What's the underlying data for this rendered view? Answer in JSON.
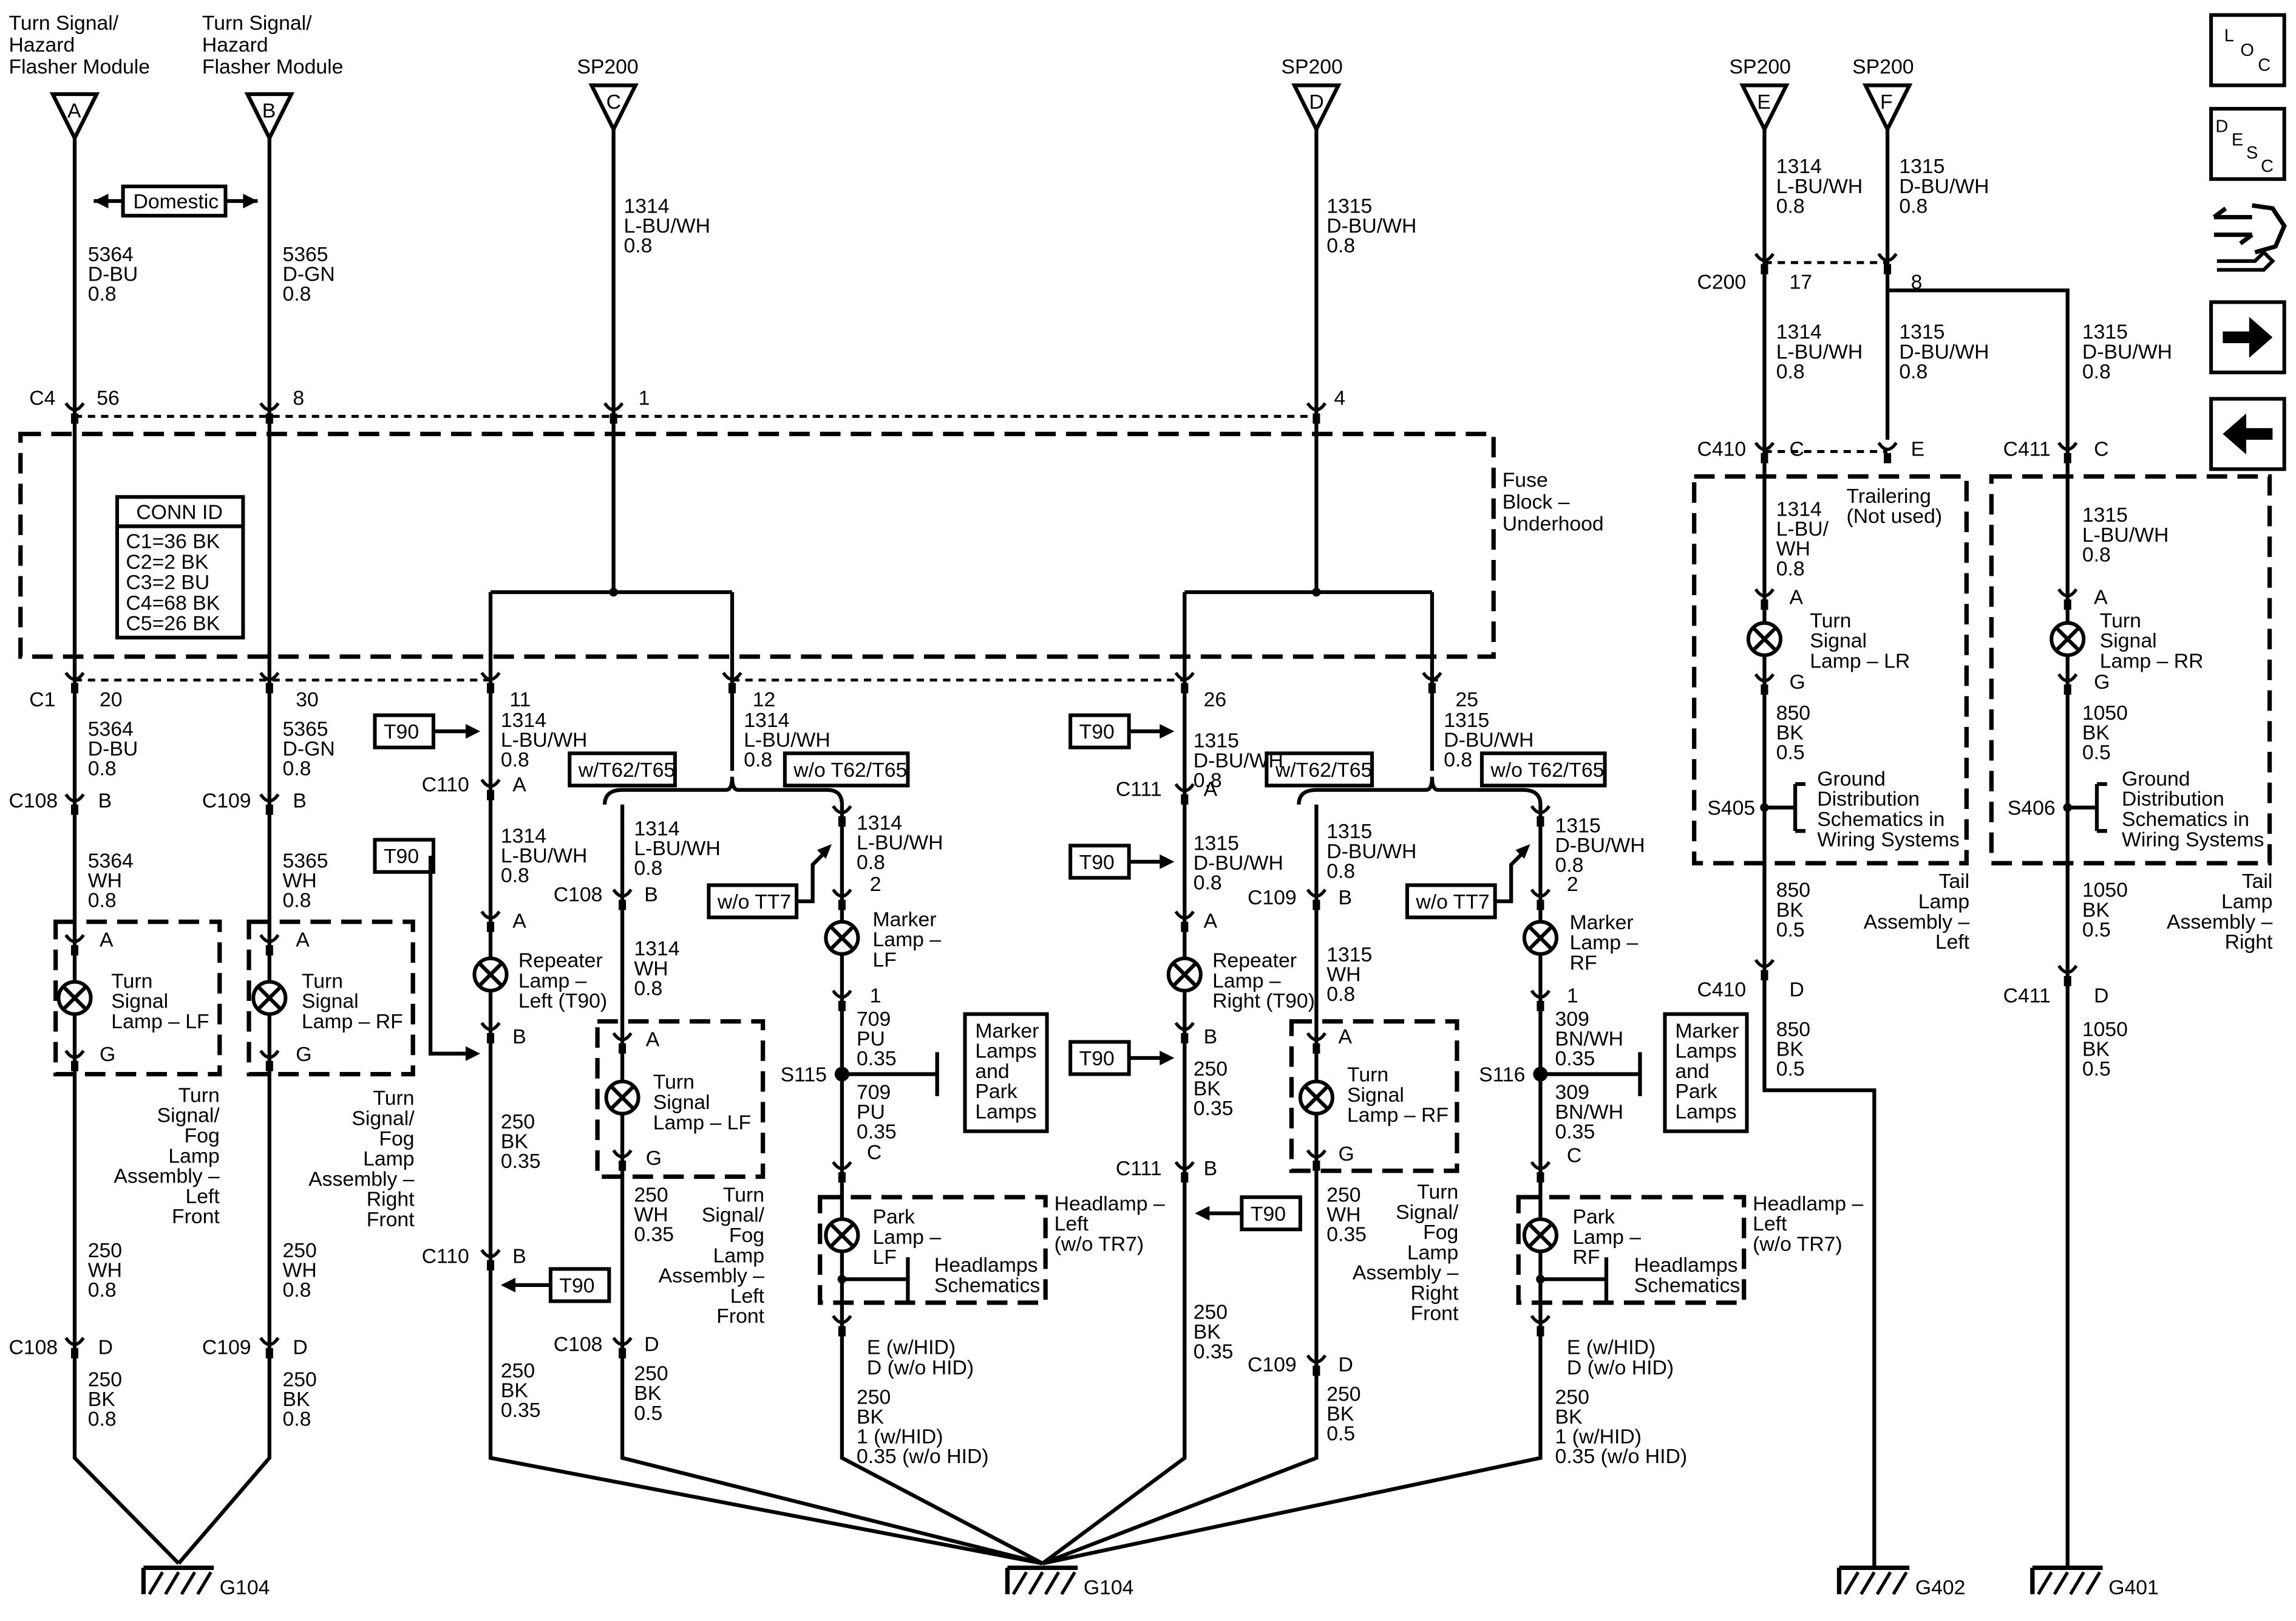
{
  "modules": {
    "flasher_a": [
      "Turn Signal/",
      "Hazard",
      "Flasher Module"
    ],
    "flasher_b": [
      "Turn Signal/",
      "Hazard",
      "Flasher Module"
    ],
    "pin_a": "A",
    "pin_b": "B"
  },
  "sp200": {
    "name": "SP200",
    "c": "C",
    "d": "D",
    "e": "E",
    "f": "F"
  },
  "domestic": "Domestic",
  "nav_icons": {
    "loc": "LOC",
    "desc": "DESC"
  },
  "wires": {
    "w5364_top": [
      "5364",
      "D-BU",
      "0.8"
    ],
    "w5365_top": [
      "5365",
      "D-GN",
      "0.8"
    ],
    "w1314_top": [
      "1314",
      "L-BU/WH",
      "0.8"
    ],
    "w1315_top": [
      "1315",
      "D-BU/WH",
      "0.8"
    ],
    "w1314_e": [
      "1314",
      "L-BU/WH",
      "0.8"
    ],
    "w1315_f": [
      "1315",
      "D-BU/WH",
      "0.8"
    ],
    "w1314_c200": [
      "1314",
      "L-BU/WH",
      "0.8"
    ],
    "w1315_c200": [
      "1315",
      "D-BU/WH",
      "0.8"
    ],
    "w1315_c411": [
      "1315",
      "D-BU/WH",
      "0.8"
    ],
    "w1314_trl": [
      "1314",
      "L-BU/",
      "WH",
      "0.8"
    ],
    "w1315_trl": [
      "1315",
      "L-BU/WH",
      "0.8"
    ],
    "w850_a": [
      "850",
      "BK",
      "0.5"
    ],
    "w1050_a": [
      "1050",
      "BK",
      "0.5"
    ],
    "w850_b": [
      "850",
      "BK",
      "0.5"
    ],
    "w1050_b": [
      "1050",
      "BK",
      "0.5"
    ],
    "w850_c": [
      "850",
      "BK",
      "0.5"
    ],
    "w1050_c": [
      "1050",
      "BK",
      "0.5"
    ],
    "w5364_c1": [
      "5364",
      "D-BU",
      "0.8"
    ],
    "w5365_c1": [
      "5365",
      "D-GN",
      "0.8"
    ],
    "w5364_wh": [
      "5364",
      "WH",
      "0.8"
    ],
    "w5365_wh": [
      "5365",
      "WH",
      "0.8"
    ],
    "w250_wh_a": [
      "250",
      "WH",
      "0.8"
    ],
    "w250_wh_b": [
      "250",
      "WH",
      "0.8"
    ],
    "w250_bk_a": [
      "250",
      "BK",
      "0.8"
    ],
    "w250_bk_b": [
      "250",
      "BK",
      "0.8"
    ],
    "w1314_11": [
      "1314",
      "L-BU/WH",
      "0.8"
    ],
    "w1314_12": [
      "1314",
      "L-BU/WH",
      "0.8"
    ],
    "w1315_26": [
      "1315",
      "D-BU/WH",
      "0.8"
    ],
    "w1315_25": [
      "1315",
      "D-BU/WH",
      "0.8"
    ],
    "w1314_c110": [
      "1314",
      "L-BU/WH",
      "0.8"
    ],
    "w1314_ts": [
      "1314",
      "L-BU/WH",
      "0.8"
    ],
    "w1314_mk": [
      "1314",
      "L-BU/WH",
      "0.8"
    ],
    "w1315_c111": [
      "1315",
      "D-BU/WH",
      "0.8"
    ],
    "w1315_ts": [
      "1315",
      "D-BU/WH",
      "0.8"
    ],
    "w1315_mk": [
      "1315",
      "D-BU/WH",
      "0.8"
    ],
    "w1314_wh": [
      "1314",
      "WH",
      "0.8"
    ],
    "w1315_wh": [
      "1315",
      "WH",
      "0.8"
    ],
    "w250_bk_rep_l": [
      "250",
      "BK",
      "0.35"
    ],
    "w250_bk_rep_r": [
      "250",
      "BK",
      "0.35"
    ],
    "w250_bk_l2": [
      "250",
      "BK",
      "0.35"
    ],
    "w250_bk_r2": [
      "250",
      "BK",
      "0.35"
    ],
    "w250_wh_l": [
      "250",
      "WH",
      "0.35"
    ],
    "w250_wh_r": [
      "250",
      "WH",
      "0.35"
    ],
    "w250_bk_l3": [
      "250",
      "BK",
      "0.5"
    ],
    "w250_bk_r3": [
      "250",
      "BK",
      "0.5"
    ],
    "w709_a": [
      "709",
      "PU",
      "0.35"
    ],
    "w709_b": [
      "709",
      "PU",
      "0.35"
    ],
    "w309_a": [
      "309",
      "BN/WH",
      "0.35"
    ],
    "w309_b": [
      "309",
      "BN/WH",
      "0.35"
    ],
    "w250_park_l": [
      "250",
      "BK",
      "1 (w/HID)",
      "0.35 (w/o HID)"
    ],
    "w250_park_r": [
      "250",
      "BK",
      "1 (w/HID)",
      "0.35 (w/o HID)"
    ]
  },
  "connectors": {
    "c4": "C4",
    "c4_56": "56",
    "c4_8": "8",
    "c4_1": "1",
    "c4_4": "4",
    "c1": "C1",
    "c1_20": "20",
    "c1_30": "30",
    "c1_11": "11",
    "c1_12": "12",
    "c1_26": "26",
    "c1_25": "25",
    "c108": "C108",
    "c109": "C109",
    "c110": "C110",
    "c111": "C111",
    "c200": "C200",
    "c200_17": "17",
    "c200_8": "8",
    "c410": "C410",
    "c411": "C411",
    "pA": "A",
    "pB": "B",
    "pC": "C",
    "pD": "D",
    "pE": "E",
    "pG": "G",
    "p1": "1",
    "p2": "2",
    "ehid": "E (w/HID)",
    "dhid": "D (w/o HID)"
  },
  "conn_id": {
    "title": "CONN ID",
    "items": [
      "C1=36 BK",
      "C2=2 BK",
      "C3=2 BU",
      "C4=68 BK",
      "C5=26 BK"
    ]
  },
  "fuse_block": [
    "Fuse",
    "Block –",
    "Underhood"
  ],
  "components": {
    "ts_lf": [
      "Turn",
      "Signal",
      "Lamp – LF"
    ],
    "ts_rf": [
      "Turn",
      "Signal",
      "Lamp – RF"
    ],
    "ts_lf2": [
      "Turn",
      "Signal",
      "Lamp – LF"
    ],
    "ts_rf2": [
      "Turn",
      "Signal",
      "Lamp – RF"
    ],
    "ts_lr": [
      "Turn",
      "Signal",
      "Lamp – LR"
    ],
    "ts_rr": [
      "Turn",
      "Signal",
      "Lamp – RR"
    ],
    "rep_l": [
      "Repeater",
      "Lamp –",
      "Left (T90)"
    ],
    "rep_r": [
      "Repeater",
      "Lamp –",
      "Right (T90)"
    ],
    "mk_lf": [
      "Marker",
      "Lamp –",
      "LF"
    ],
    "mk_rf": [
      "Marker",
      "Lamp –",
      "RF"
    ],
    "pk_lf": [
      "Park",
      "Lamp –",
      "LF"
    ],
    "pk_rf": [
      "Park",
      "Lamp –",
      "RF"
    ],
    "fog_lf": [
      "Turn",
      "Signal/",
      "Fog",
      "Lamp",
      "Assembly –",
      "Left",
      "Front"
    ],
    "fog_rf": [
      "Turn",
      "Signal/",
      "Fog",
      "Lamp",
      "Assembly –",
      "Right",
      "Front"
    ],
    "fog_lf2": [
      "Turn",
      "Signal/",
      "Fog",
      "Lamp",
      "Assembly –",
      "Left",
      "Front"
    ],
    "fog_rf2": [
      "Turn",
      "Signal/",
      "Fog",
      "Lamp",
      "Assembly –",
      "Right",
      "Front"
    ],
    "hl_l": [
      "Headlamp –",
      "Left",
      "(w/o TR7)"
    ],
    "hl_r": [
      "Headlamp –",
      "Left",
      "(w/o TR7)"
    ],
    "trailering": [
      "Trailering",
      "(Not used)"
    ],
    "tail_l": [
      "Tail",
      "Lamp",
      "Assembly –",
      "Left"
    ],
    "tail_r": [
      "Tail",
      "Lamp",
      "Assembly –",
      "Right"
    ],
    "mkpk_a": [
      "Marker",
      "Lamps",
      "and",
      "Park",
      "Lamps"
    ],
    "mkpk_b": [
      "Marker",
      "Lamps",
      "and",
      "Park",
      "Lamps"
    ],
    "hs_a": [
      "Headlamps",
      "Schematics"
    ],
    "hs_b": [
      "Headlamps",
      "Schematics"
    ],
    "gd_a": [
      "Ground",
      "Distribution",
      "Schematics in",
      "Wiring Systems"
    ],
    "gd_b": [
      "Ground",
      "Distribution",
      "Schematics in",
      "Wiring Systems"
    ]
  },
  "splices": {
    "s115": "S115",
    "s116": "S116",
    "s405": "S405",
    "s406": "S406"
  },
  "options": {
    "t90": "T90",
    "wt62": "w/T62/T65",
    "wot62": "w/o T62/T65",
    "wott7": "w/o TT7"
  },
  "grounds": {
    "g104": "G104",
    "g402": "G402",
    "g401": "G401"
  }
}
